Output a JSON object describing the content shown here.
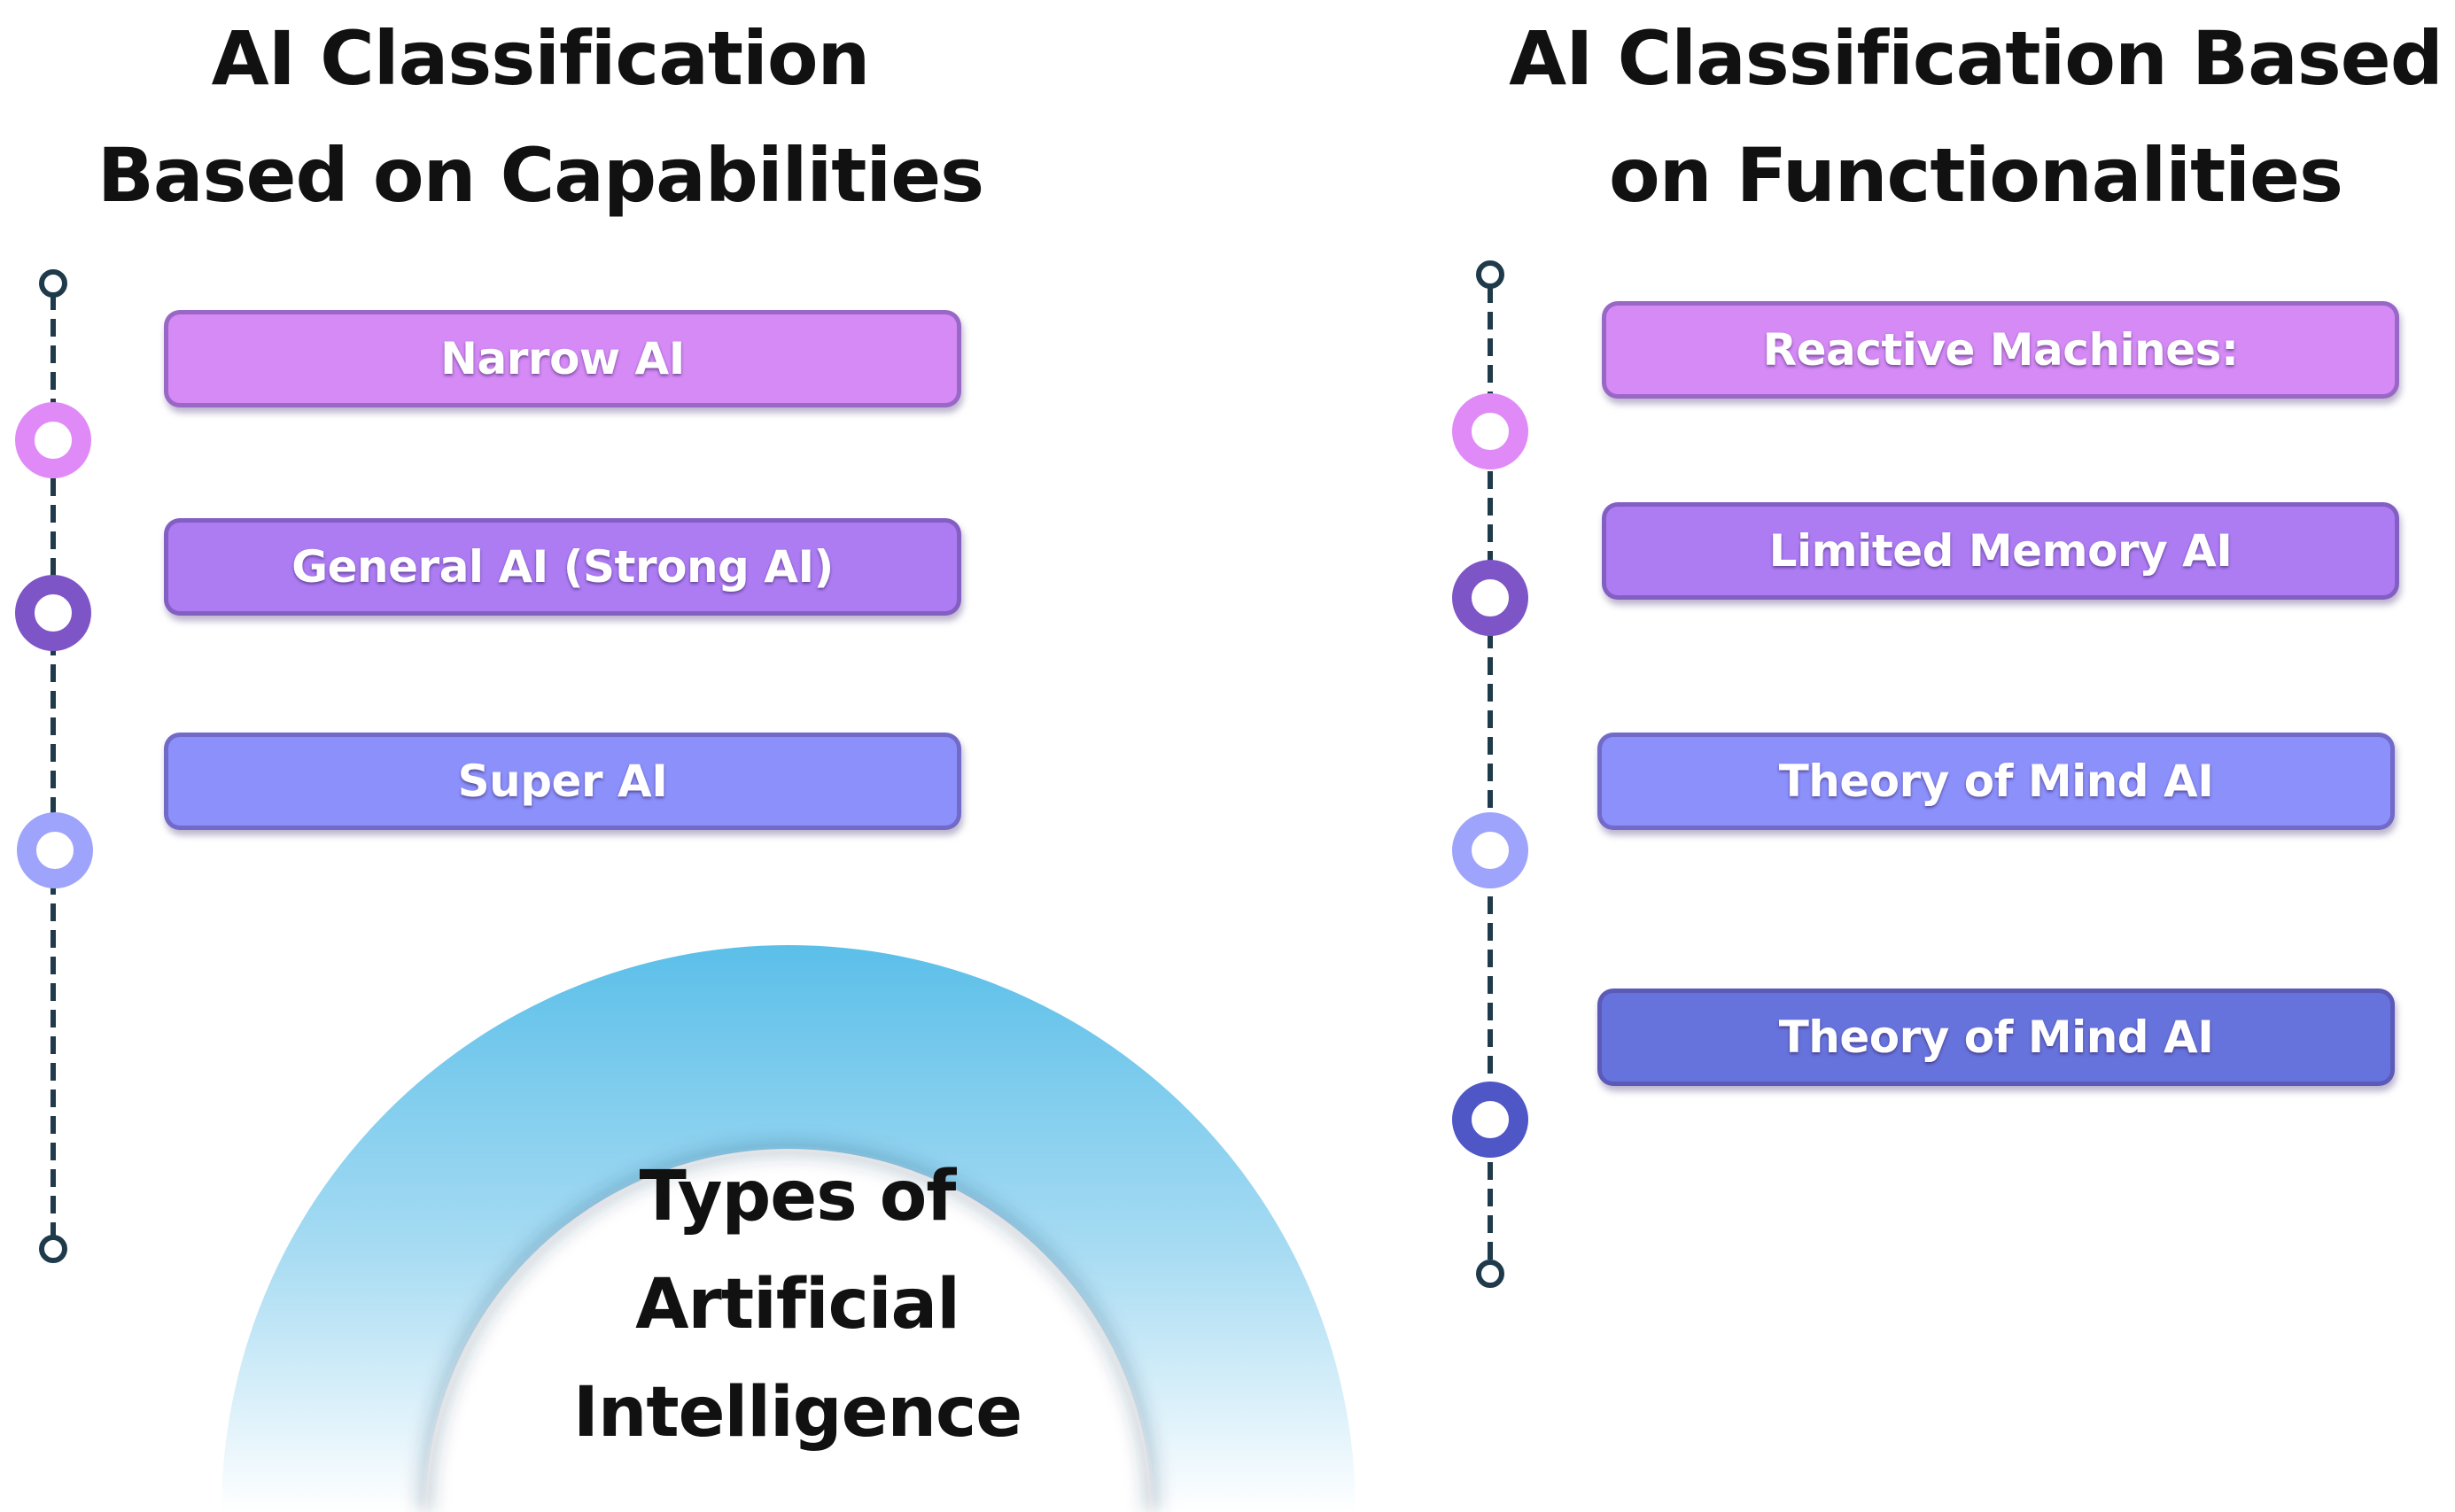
{
  "left_column": {
    "heading_line1": "AI Classification",
    "heading_line2": "Based on Capabilities",
    "items": [
      {
        "label": "Narrow AI",
        "color": "#d58af5"
      },
      {
        "label": "General AI (Strong AI)",
        "color": "#ad7cf3"
      },
      {
        "label": "Super AI",
        "color": "#8c90fb"
      }
    ]
  },
  "right_column": {
    "heading_line1": "AI Classification Based",
    "heading_line2": "on Functionalities",
    "items": [
      {
        "label": "Reactive Machines:",
        "color": "#d58af5"
      },
      {
        "label": "Limited Memory AI",
        "color": "#ad7cf3"
      },
      {
        "label": "Theory of Mind AI",
        "color": "#8c90fb"
      },
      {
        "label": "Theory of Mind AI",
        "color": "#6773dc"
      }
    ]
  },
  "center": {
    "title_line1": "Types of",
    "title_line2": "Artificial",
    "title_line3": "Intelligence",
    "arch_color_top": "#5bbfe9",
    "arch_color_bottom": "#ffffff"
  },
  "timeline_color": "#1f3a4a",
  "node_colors": {
    "light_violet": "#e08af7",
    "violet": "#7d55c7",
    "periwinkle": "#9ea3fb",
    "indigo": "#4f56c6"
  }
}
